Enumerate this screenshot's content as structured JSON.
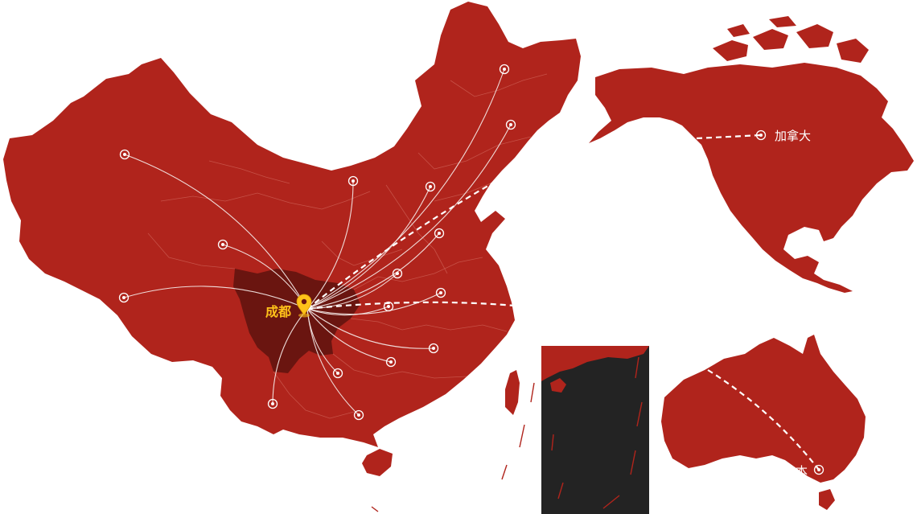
{
  "origin": {
    "label": "成都",
    "pin_color": "#ffc21a"
  },
  "destinations": [
    {
      "label": "加拿大"
    },
    {
      "label": "本"
    }
  ],
  "colors": {
    "land": "#b0241c",
    "highlight_province": "#6a1510",
    "routes": "#ffffff",
    "inset_background": "#232323"
  },
  "icons": [
    "map-pin-icon",
    "destination-marker-icon"
  ]
}
